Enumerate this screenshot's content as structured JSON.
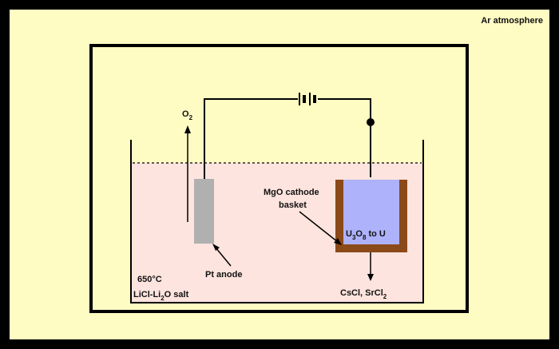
{
  "atmosphere_label": "Ar atmosphere",
  "gas_label": {
    "base": "O",
    "sub": "2"
  },
  "anode_label": "Pt anode",
  "temperature_label": "650°C",
  "salt_label": {
    "a": "LiCl-Li",
    "sub": "2",
    "b": "O salt"
  },
  "cathode_label_line1": "MgO cathode",
  "cathode_label_line2": "basket",
  "reaction_label": {
    "a": "U",
    "s1": "3",
    "b": "O",
    "s2": "8",
    "c": " to U"
  },
  "product_label": {
    "a": "CsCl, SrCl",
    "sub": "2"
  },
  "colors": {
    "background": "#fffcc3",
    "salt_fill": "#fde4de",
    "anode": "#b0b0b0",
    "basket_wall": "#8b4a19",
    "basket_inner": "#aeb2fb",
    "line": "#000000"
  }
}
